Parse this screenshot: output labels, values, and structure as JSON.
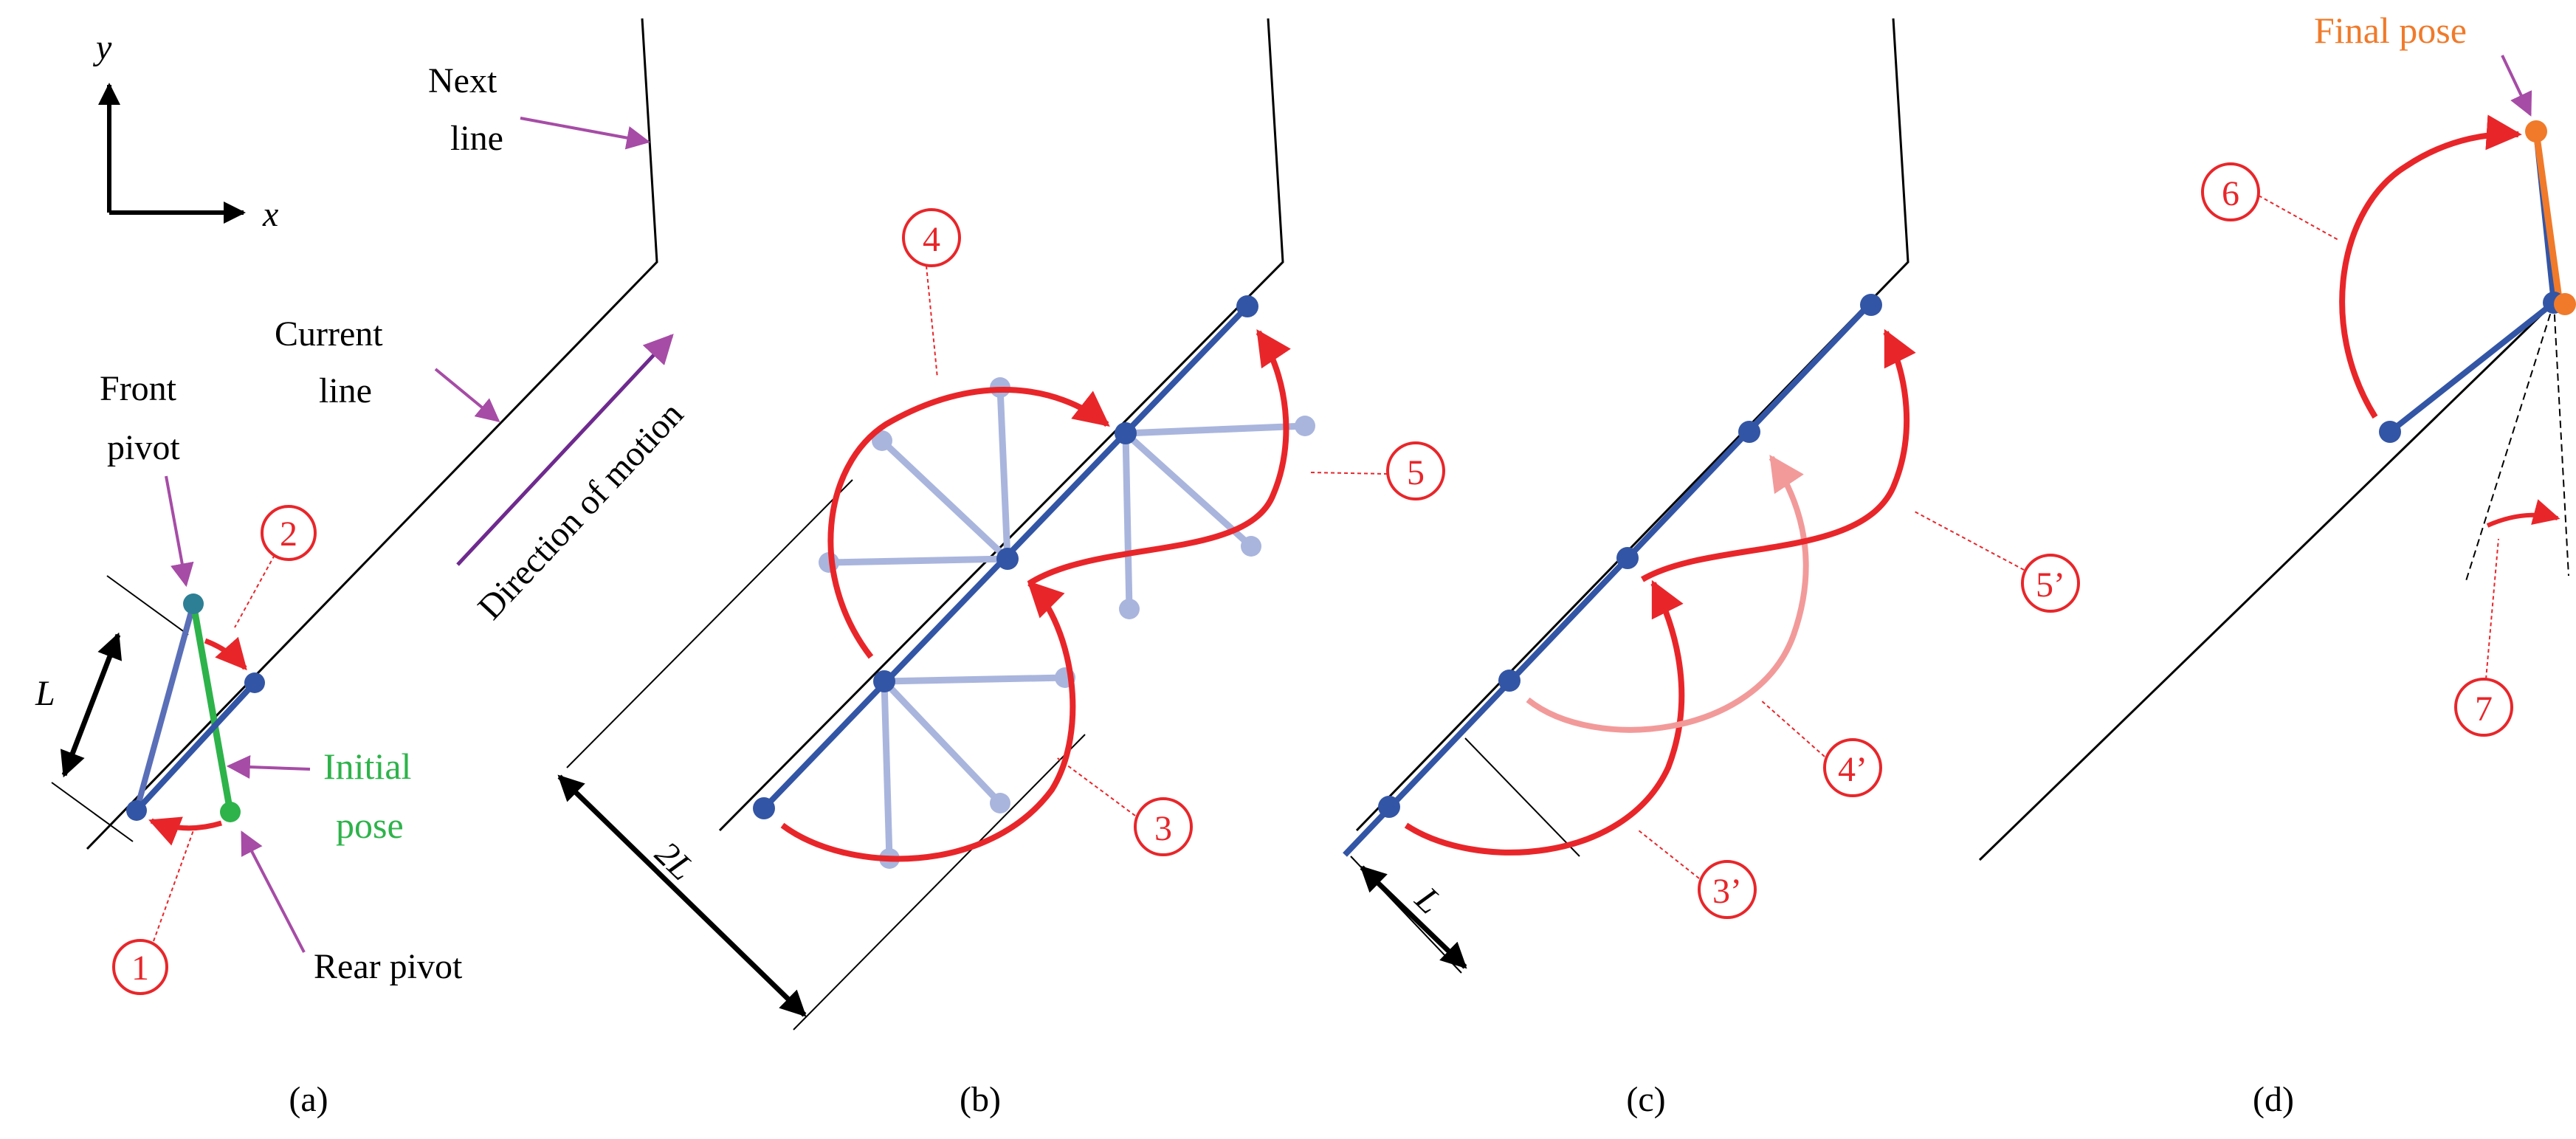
{
  "axes": {
    "y": "y",
    "x": "x"
  },
  "labels": {
    "next_line": [
      "Next",
      "line"
    ],
    "current_line": [
      "Current",
      "line"
    ],
    "front_pivot": [
      "Front",
      "pivot"
    ],
    "initial_pose": [
      "Initial",
      "pose"
    ],
    "rear_pivot": "Rear pivot",
    "direction_of_motion": "Direction of motion",
    "final_pose": "Final pose",
    "length_L": "L",
    "length_2L": "2L"
  },
  "steps": [
    "1",
    "2",
    "3",
    "4",
    "5",
    "3’",
    "4’",
    "5’",
    "6",
    "7"
  ],
  "panels": [
    "(a)",
    "(b)",
    "(c)",
    "(d)"
  ],
  "colors": {
    "robot_blue": "#3355a5",
    "pivot_teal": "#2d7f95",
    "initial_green": "#2db34a",
    "final_orange": "#f07a2a",
    "step_red": "#e8262a",
    "faded_red": "#f29a9a",
    "ghost_blue": "#a9b5dd",
    "pointer_purple": "#a64ca6",
    "line_black": "#000000"
  }
}
